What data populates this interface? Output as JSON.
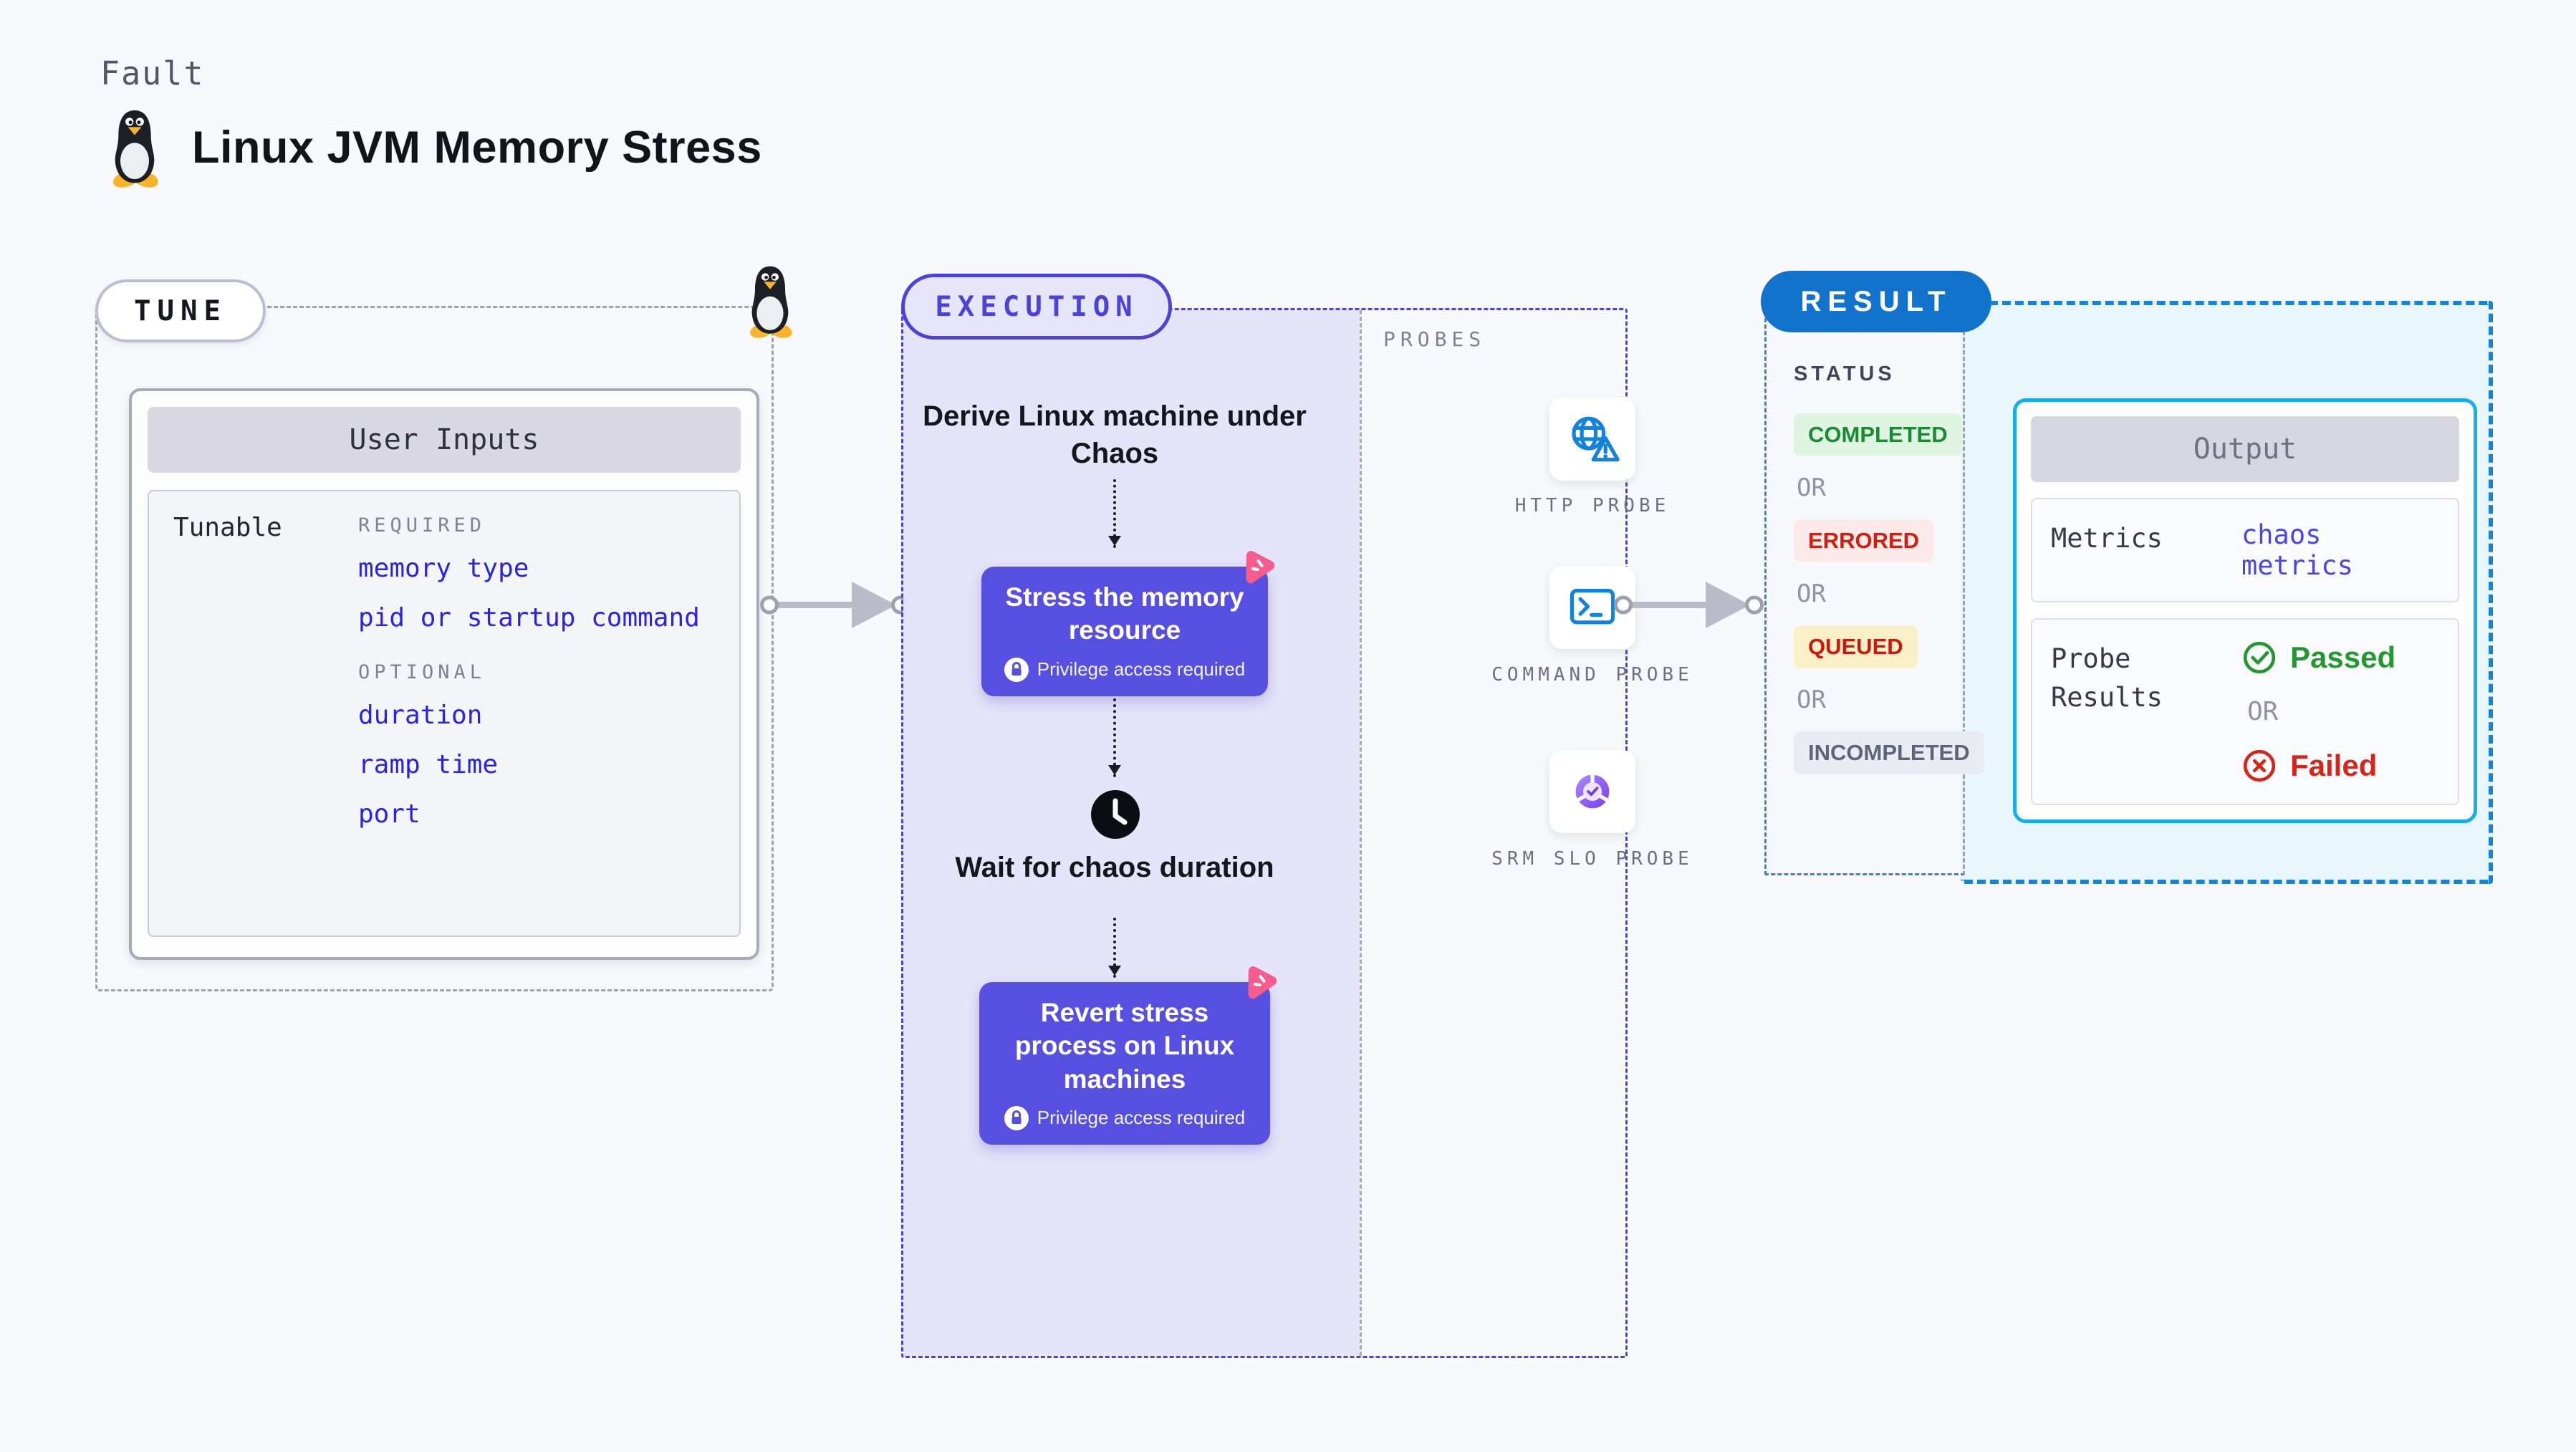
{
  "header": {
    "eyebrow": "Fault",
    "title": "Linux JVM Memory Stress",
    "icon": "tux-penguin-icon"
  },
  "tune": {
    "badge": "TUNE",
    "user_inputs": {
      "title": "User Inputs",
      "row_label": "Tunable",
      "groups": [
        {
          "label": "REQUIRED",
          "items": [
            "memory type",
            "pid or startup command"
          ]
        },
        {
          "label": "OPTIONAL",
          "items": [
            "duration",
            "ramp time",
            "port"
          ]
        }
      ]
    }
  },
  "execution": {
    "badge": "EXECUTION",
    "steps": {
      "derive": "Derive Linux machine under Chaos",
      "stress": {
        "title": "Stress the memory resource",
        "note": "Privilege access required"
      },
      "wait": "Wait for chaos duration",
      "revert": {
        "title": "Revert stress process on Linux machines",
        "note": "Privilege access required"
      }
    },
    "probes": {
      "label": "PROBES",
      "items": [
        {
          "name": "HTTP PROBE",
          "icon": "globe-alert-icon"
        },
        {
          "name": "COMMAND PROBE",
          "icon": "terminal-icon"
        },
        {
          "name": "SRM SLO PROBE",
          "icon": "slo-donut-icon"
        }
      ]
    }
  },
  "result": {
    "badge": "RESULT",
    "status": {
      "label": "STATUS",
      "or": "OR",
      "badges": [
        {
          "text": "COMPLETED",
          "color": "#1b8a33",
          "bg": "#e0f5e1"
        },
        {
          "text": "ERRORED",
          "color": "#cc2014",
          "bg": "#fceae9"
        },
        {
          "text": "QUEUED",
          "color": "#c9190f",
          "bg": "#faf0c8"
        },
        {
          "text": "INCOMPLETED",
          "color": "#5f6478",
          "bg": "#ebecf3"
        }
      ]
    },
    "output": {
      "title": "Output",
      "metrics_label": "Metrics",
      "metrics_value": "chaos metrics",
      "probe_results_label": "Probe Results",
      "passed": "Passed",
      "or": "OR",
      "failed": "Failed"
    }
  },
  "colors": {
    "page_bg": "#f8f9fc",
    "execution_accent": "#4b42d9",
    "execution_fill": "#e6e4f8",
    "node_fill": "#564fe0",
    "chaos_pink": "#f75c8e",
    "result_accent": "#1173cc",
    "output_border": "#16aee9",
    "output_fill": "#e9f6fd",
    "link_blue": "#2a23e0",
    "probe_icon_blue": "#1283dd",
    "passed_green": "#23982f",
    "failed_red": "#d6251b"
  }
}
